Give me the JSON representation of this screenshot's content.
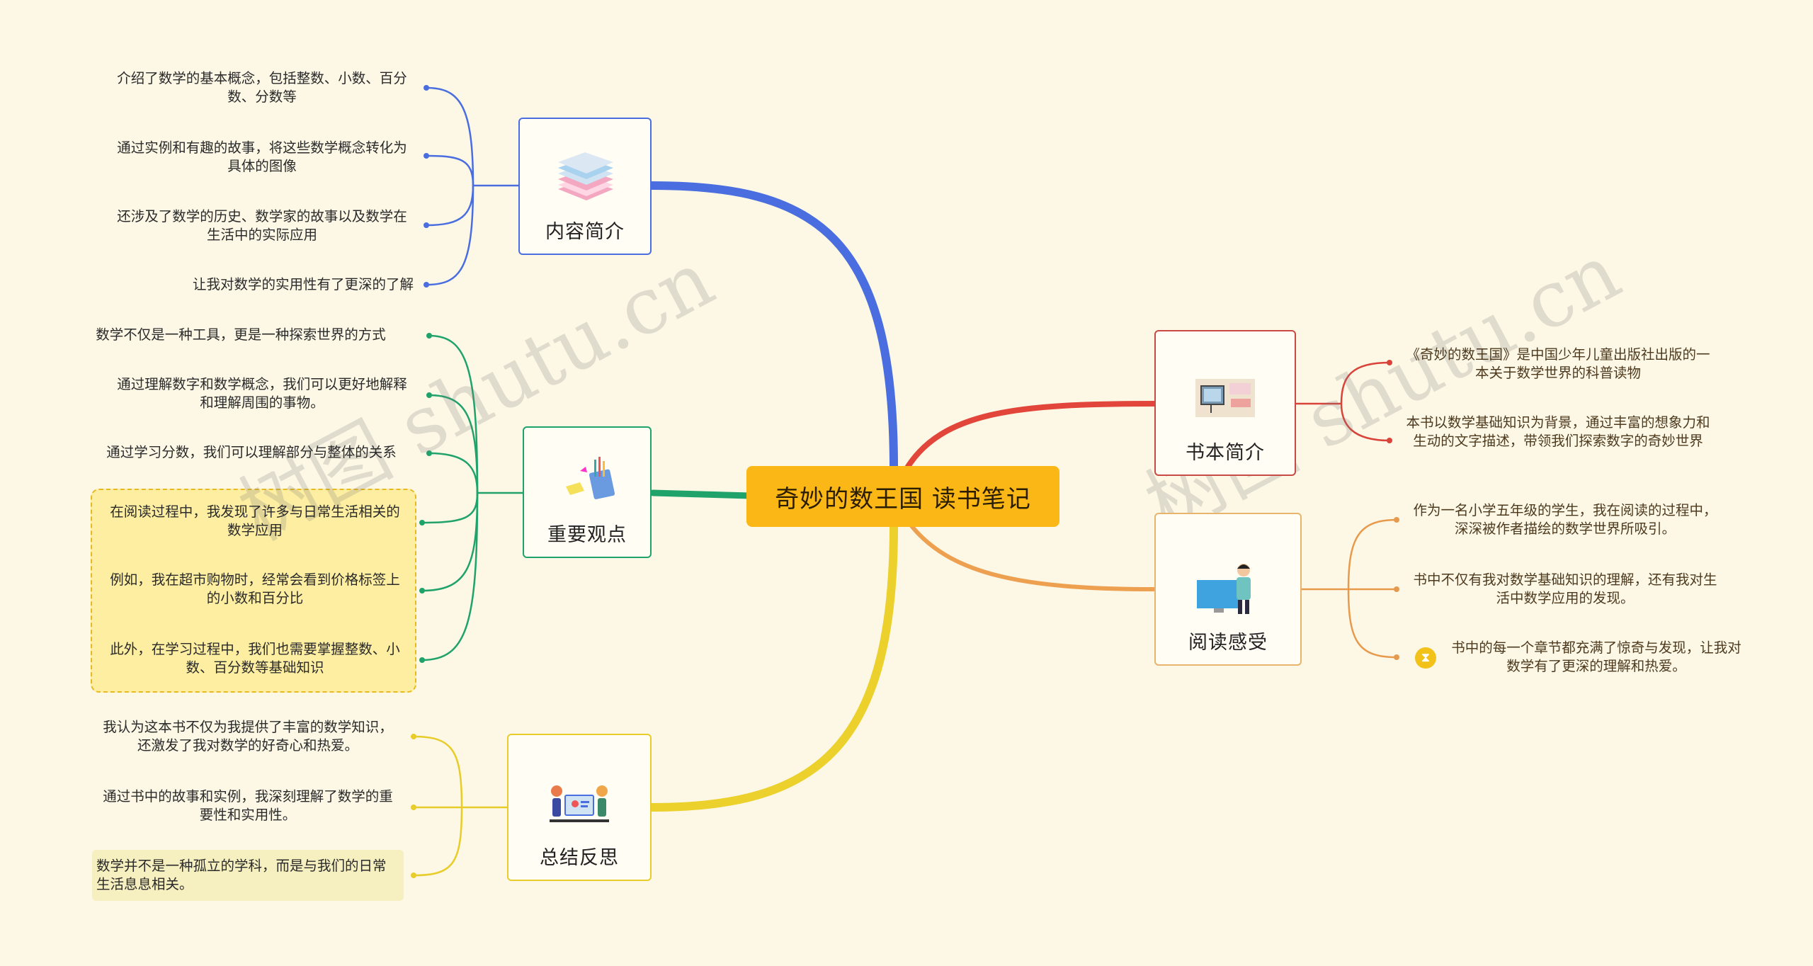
{
  "root": {
    "title": "奇妙的数王国 读书笔记"
  },
  "branches": {
    "content": {
      "label": "内容简介",
      "color": "#4a6ee0",
      "leaves": [
        "介绍了数学的基本概念，包括整数、小数、百分数、分数等",
        "通过实例和有趣的故事，将这些数学概念转化为具体的图像",
        "还涉及了数学的历史、数学家的故事以及数学在生活中的实际应用",
        "让我对数学的实用性有了更深的了解"
      ]
    },
    "views": {
      "label": "重要观点",
      "color": "#1fa36b",
      "leaves": [
        "数学不仅是一种工具，更是一种探索世界的方式",
        "通过理解数字和数学概念，我们可以更好地解释和理解周围的事物。",
        "通过学习分数，我们可以理解部分与整体的关系",
        "在阅读过程中，我发现了许多与日常生活相关的数学应用",
        "例如，我在超市购物时，经常会看到价格标签上的小数和百分比",
        "此外，在学习过程中，我们也需要掌握整数、小数、百分数等基础知识"
      ]
    },
    "summary": {
      "label": "总结反思",
      "color": "#e8cc2a",
      "leaves": [
        "我认为这本书不仅为我提供了丰富的数学知识，还激发了我对数学的好奇心和热爱。",
        "通过书中的故事和实例，我深刻理解了数学的重要性和实用性。",
        "数学并不是一种孤立的学科，而是与我们的日常生活息息相关。"
      ]
    },
    "intro": {
      "label": "书本简介",
      "color": "#d9433a",
      "leaves": [
        "《奇妙的数王国》是中国少年儿童出版社出版的一本关于数学世界的科普读物",
        "本书以数学基础知识为背景，通过丰富的想象力和生动的文字描述，带领我们探索数字的奇妙世界"
      ]
    },
    "feeling": {
      "label": "阅读感受",
      "color": "#e89a4c",
      "leaves": [
        "作为一名小学五年级的学生，我在阅读的过程中，深深被作者描绘的数学世界所吸引。",
        "书中不仅有我对数学基础知识的理解，还有我对生活中数学应用的发现。",
        "书中的每一个章节都充满了惊奇与发现，让我对数学有了更深的理解和热爱。"
      ]
    }
  },
  "colors": {
    "background": "#fdf8e6",
    "root_fill": "#fbb716",
    "dash_group": "#e8b923"
  },
  "watermark": "树图 shutu.cn"
}
